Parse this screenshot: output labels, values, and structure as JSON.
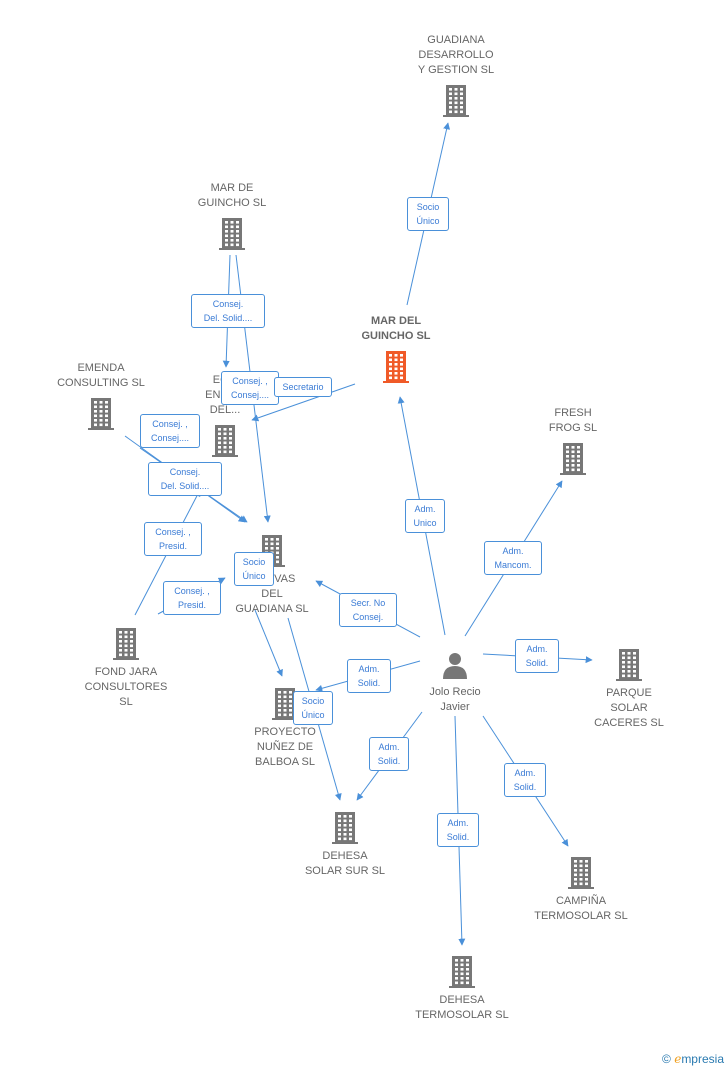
{
  "diagram": {
    "accent_color": "#4a90d9",
    "focus_color": "#f05a28",
    "node_color": "#777777",
    "nodes": [
      {
        "id": "guadiana_dg",
        "label": "GUADIANA\nDESARROLLO\nY GESTION  SL",
        "kind": "company"
      },
      {
        "id": "mar_de_guincho",
        "label": "MAR DE\nGUINCHO  SL",
        "kind": "company"
      },
      {
        "id": "mar_del_guincho",
        "label": "MAR DEL\nGUINCHO SL",
        "kind": "company-focus"
      },
      {
        "id": "emenda",
        "label": "EMENDA\nCONSULTING SL",
        "kind": "company"
      },
      {
        "id": "eco_energ",
        "label": "EC...\nENER...\nDEL...",
        "kind": "company"
      },
      {
        "id": "fresh_frog",
        "label": "FRESH\nFROG  SL",
        "kind": "company"
      },
      {
        "id": "iniciativas",
        "label": "...ATIVAS\nDEL\nGUADIANA SL",
        "kind": "company"
      },
      {
        "id": "fond_jara",
        "label": "FOND JARA\nCONSULTORES\nSL",
        "kind": "company"
      },
      {
        "id": "jolo",
        "label": "Jolo Recio\nJavier",
        "kind": "person"
      },
      {
        "id": "parque_solar",
        "label": "PARQUE\nSOLAR\nCACERES SL",
        "kind": "company"
      },
      {
        "id": "proyecto_nunez",
        "label": "PROYECTO\nNUÑEZ DE\nBALBOA SL",
        "kind": "company"
      },
      {
        "id": "dehesa_sur",
        "label": "DEHESA\nSOLAR SUR SL",
        "kind": "company"
      },
      {
        "id": "campina",
        "label": "CAMPIÑA\nTERMOSOLAR SL",
        "kind": "company"
      },
      {
        "id": "dehesa_termo",
        "label": "DEHESA\nTERMOSOLAR SL",
        "kind": "company"
      }
    ],
    "edges": [
      {
        "label": "Socio\nÚnico"
      },
      {
        "label": "Consej.\nDel. Solid...."
      },
      {
        "label": "Consej. ,\nConsej...."
      },
      {
        "label": "Secretario"
      },
      {
        "label": "Consej. ,\nConsej...."
      },
      {
        "label": "Consej.\nDel. Solid...."
      },
      {
        "label": "Consej. ,\nPresid."
      },
      {
        "label": "Consej. ,\nPresid."
      },
      {
        "label": "Socio\nÚnico"
      },
      {
        "label": "Adm.\nUnico"
      },
      {
        "label": "Adm.\nMancom."
      },
      {
        "label": "Secr.  No\nConsej."
      },
      {
        "label": "Adm.\nSolid."
      },
      {
        "label": "Adm.\nSolid."
      },
      {
        "label": "Socio\nÚnico"
      },
      {
        "label": "Adm.\nSolid."
      },
      {
        "label": "Adm.\nSolid."
      },
      {
        "label": "Adm.\nSolid."
      }
    ]
  },
  "watermark": {
    "symbol": "©",
    "brand_initial": "e",
    "brand_rest": "mpresia"
  }
}
